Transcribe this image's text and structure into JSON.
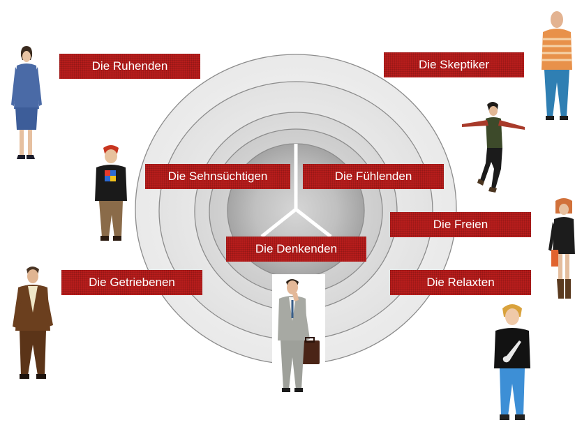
{
  "diagram": {
    "center_label": "Die Denkenden",
    "segments": [
      "Die Ruhenden",
      "Die Skeptiker",
      "Die Sehnsüchtigen",
      "Die Fühlenden",
      "Die Freien",
      "Die Getriebenen",
      "Die Relaxten"
    ],
    "colors": {
      "label_bg": "#b81d1c",
      "label_text": "#ffffff",
      "ring_stroke": "#8c8c8c",
      "center_gray": "#a8a8a8"
    },
    "people_icons": [
      "businesswoman-figure",
      "bald-man-striped-sweater-figure",
      "dancing-woman-figure",
      "boy-with-rubiks-cube-figure",
      "woman-with-bag-figure",
      "man-brown-suit-figure",
      "businessman-briefcase-figure",
      "boy-guitar-shirt-figure"
    ]
  }
}
